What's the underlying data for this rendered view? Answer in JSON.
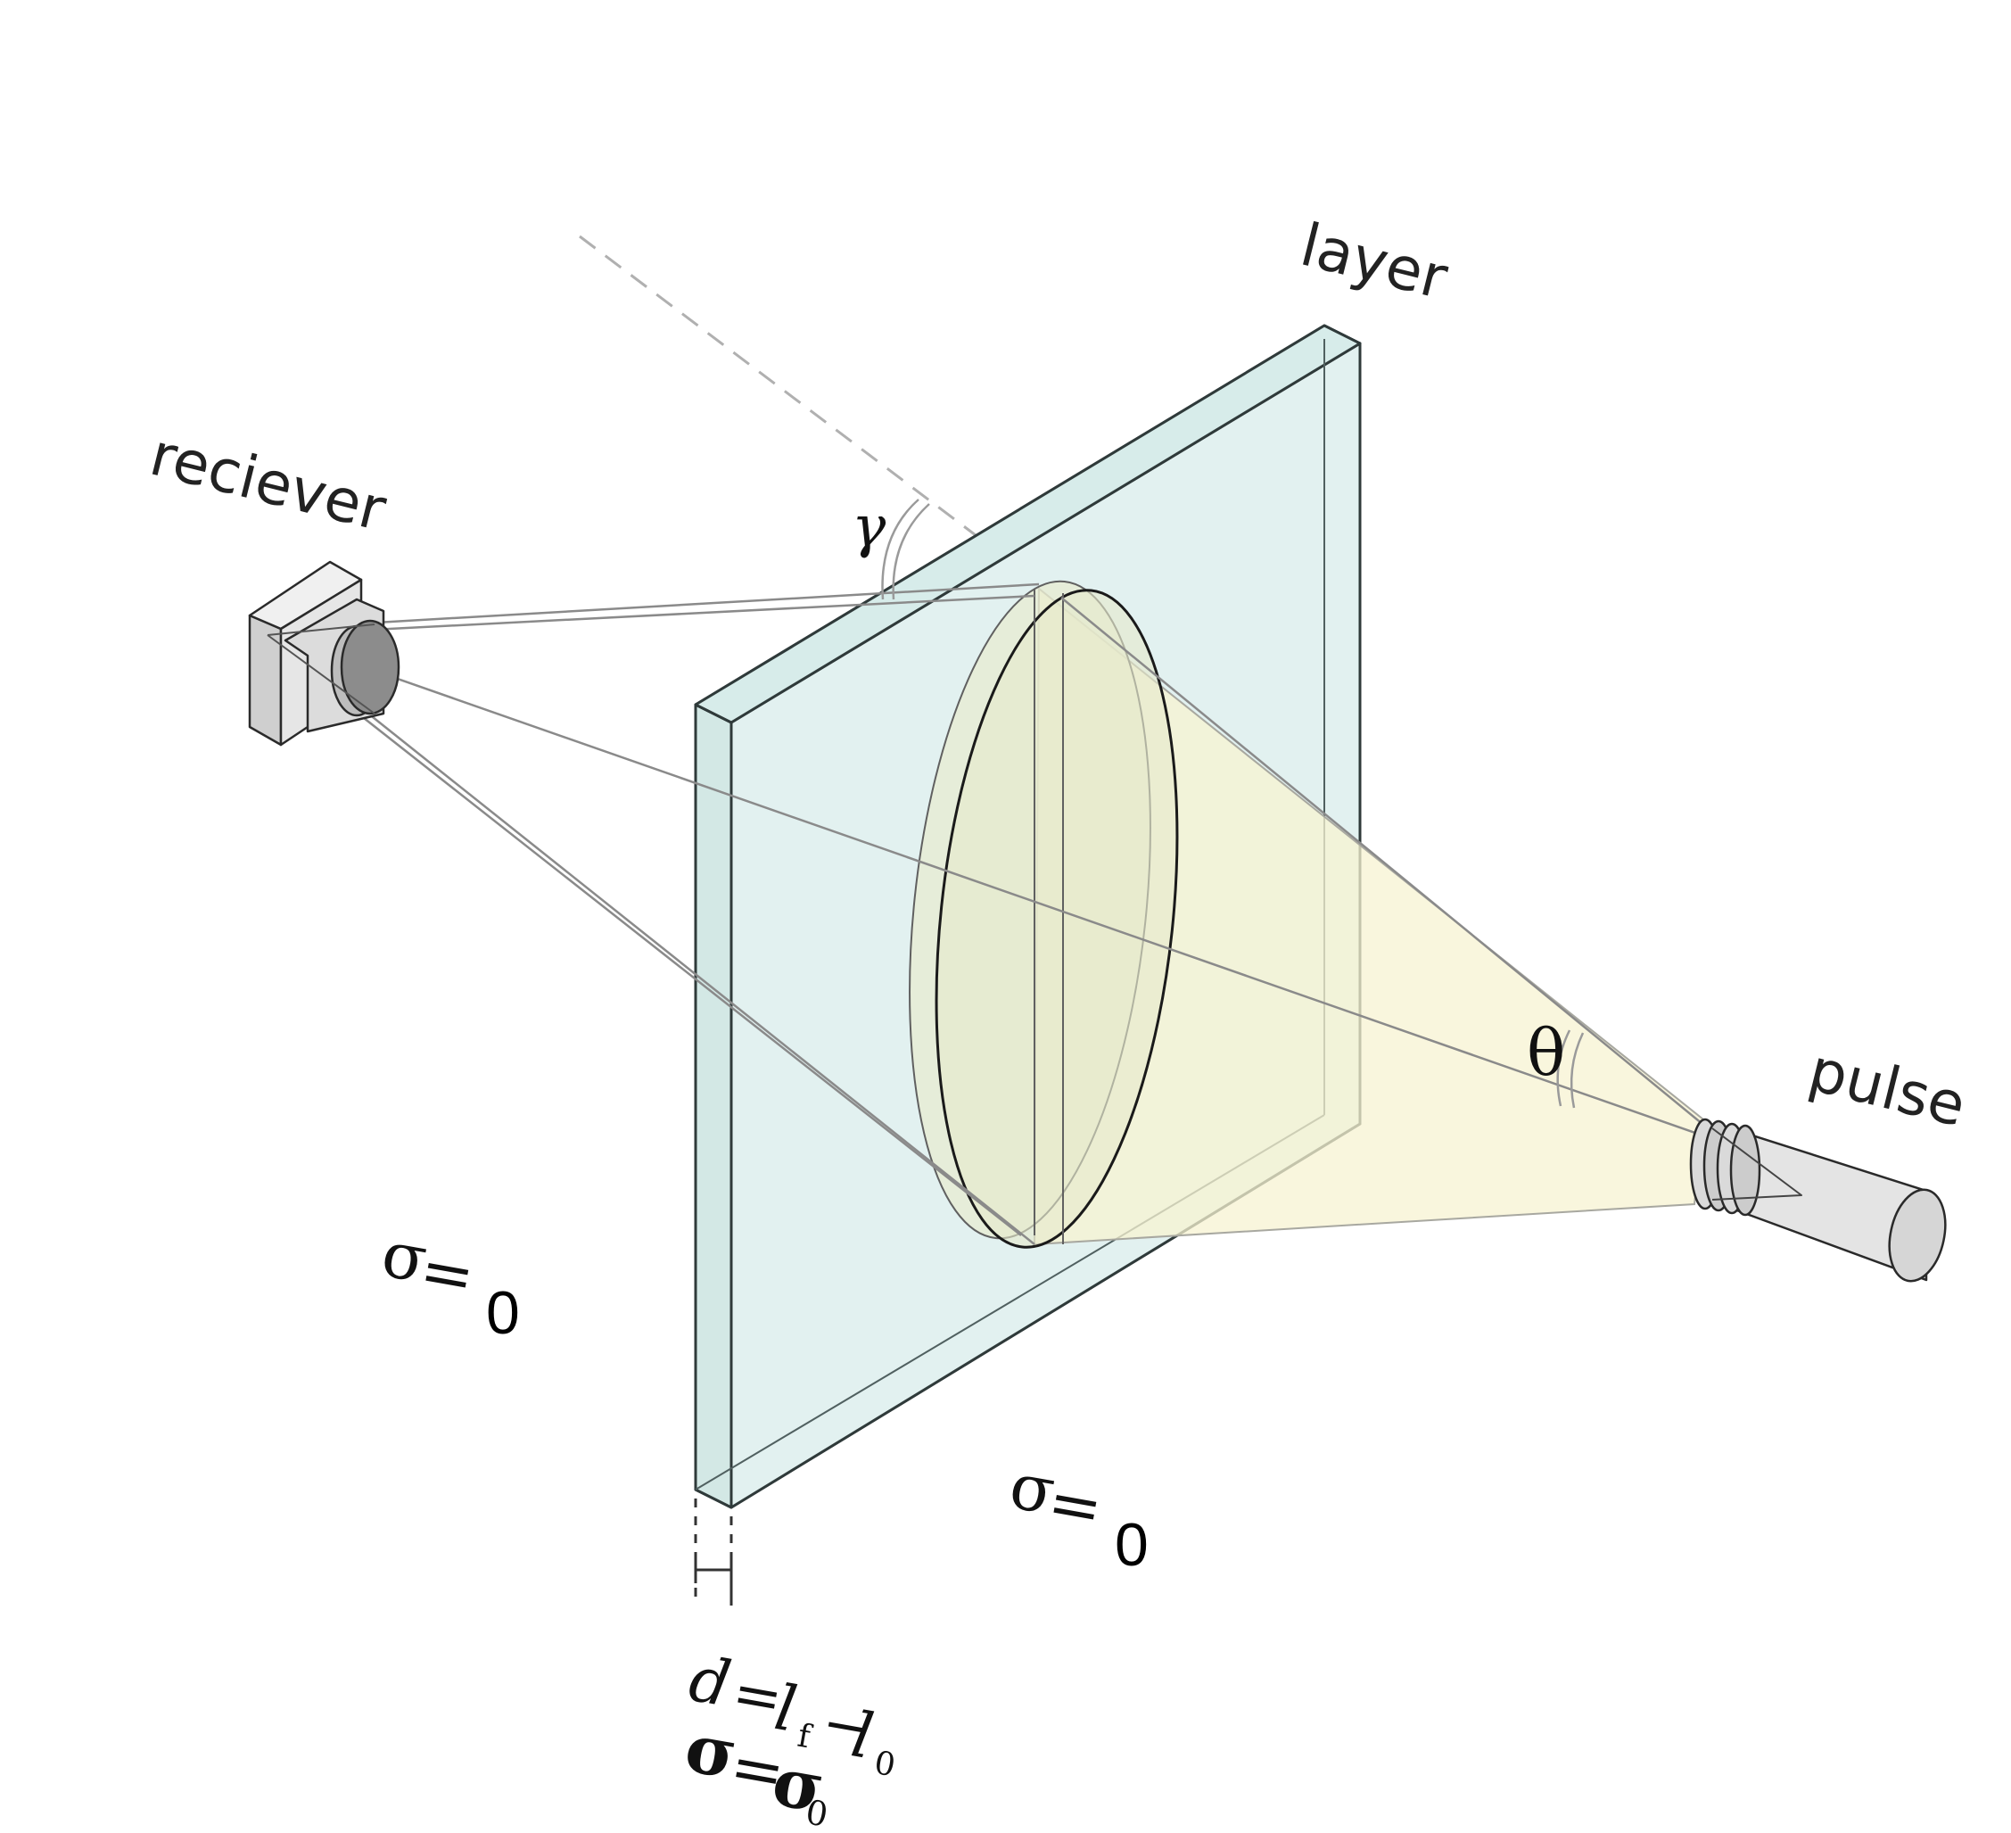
{
  "labels": {
    "layer": "layer",
    "receiver": "reciever",
    "pulse": "pulse",
    "gamma": "γ",
    "theta": "θ"
  },
  "annotations": {
    "sigma_left": {
      "symbol": "σ",
      "eq": "=",
      "value": "0"
    },
    "sigma_bottom": {
      "symbol": "σ",
      "eq": "=",
      "value": "0"
    },
    "thickness": {
      "d": "d",
      "eq": "=",
      "lf": "l",
      "lf_sub": "f",
      "minus": "−",
      "l0": "l",
      "l0_sub": "0"
    },
    "sigma_layer": {
      "symbol": "σ",
      "eq": "=",
      "rhs": "σ",
      "rhs_sub": "0"
    }
  },
  "colors": {
    "layer_fill": "#dff0ee",
    "layer_edge": "#2f3a3a",
    "beam_fill": "#f7f3d2",
    "ray": "#8a8a8a",
    "dashed": "#b0b0b0",
    "device_fill": "#e6e6e6",
    "lens_fill": "#8c8c8c"
  }
}
